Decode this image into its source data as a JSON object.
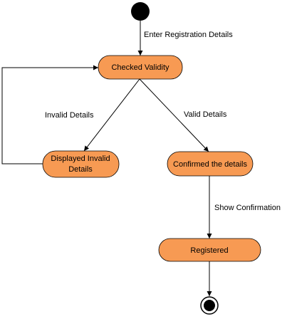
{
  "diagram": {
    "colors": {
      "state_fill": "#F79A53",
      "line": "#000000",
      "background": "#FFFFFF"
    },
    "states": {
      "checked_validity": "Checked Validity",
      "displayed_invalid_line1": "Displayed Invalid",
      "displayed_invalid_line2": "Details",
      "confirmed": "Confirmed the details",
      "registered": "Registered"
    },
    "transitions": {
      "enter_registration": "Enter Registration Details",
      "invalid_details": "Invalid Details",
      "valid_details": "Valid Details",
      "show_confirmation": "Show Confirmation"
    }
  }
}
